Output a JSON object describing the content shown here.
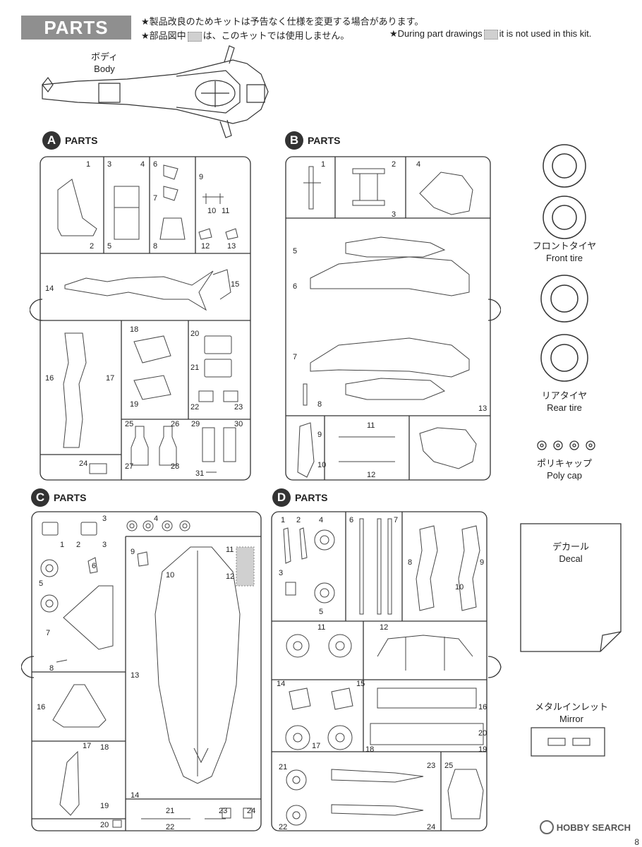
{
  "header": {
    "title": "PARTS",
    "note_jp_1": "★製品改良のためキットは予告なく仕様を変更する場合があります。",
    "note_jp_2_a": "★部品図中",
    "note_jp_2_b": "は、このキットでは使用しません。",
    "note_en_a": "★During part drawings",
    "note_en_b": "it is not used in this kit."
  },
  "body_part": {
    "jp": "ボディ",
    "en": "Body"
  },
  "sections": {
    "A": {
      "letter": "A",
      "title": "PARTS",
      "numbers": [
        "1",
        "2",
        "3",
        "4",
        "5",
        "6",
        "7",
        "8",
        "9",
        "10",
        "11",
        "12",
        "13",
        "14",
        "15",
        "16",
        "17",
        "18",
        "19",
        "20",
        "21",
        "22",
        "23",
        "24",
        "25",
        "26",
        "27",
        "28",
        "29",
        "30",
        "31"
      ]
    },
    "B": {
      "letter": "B",
      "title": "PARTS",
      "numbers": [
        "1",
        "2",
        "3",
        "4",
        "5",
        "6",
        "7",
        "8",
        "9",
        "10",
        "11",
        "12",
        "13"
      ]
    },
    "C": {
      "letter": "C",
      "title": "PARTS",
      "numbers": [
        "1",
        "2",
        "3",
        "3",
        "4",
        "5",
        "6",
        "7",
        "8",
        "9",
        "10",
        "11",
        "12",
        "13",
        "14",
        "16",
        "17",
        "18",
        "19",
        "20",
        "21",
        "22",
        "23",
        "24"
      ]
    },
    "D": {
      "letter": "D",
      "title": "PARTS",
      "numbers": [
        "1",
        "2",
        "3",
        "4",
        "5",
        "6",
        "7",
        "8",
        "9",
        "10",
        "11",
        "12",
        "14",
        "15",
        "16",
        "17",
        "18",
        "19",
        "20",
        "21",
        "22",
        "23",
        "24",
        "25"
      ]
    }
  },
  "side_items": {
    "front_tire": {
      "jp": "フロントタイヤ",
      "en": "Front tire"
    },
    "rear_tire": {
      "jp": "リアタイヤ",
      "en": "Rear tire"
    },
    "poly_cap": {
      "jp": "ポリキャップ",
      "en": "Poly cap"
    },
    "decal": {
      "jp": "デカール",
      "en": "Decal"
    },
    "mirror": {
      "jp": "メタルインレット",
      "en": "Mirror"
    }
  },
  "watermark": {
    "text": "HOBBY SEARCH"
  },
  "page_number": "8"
}
